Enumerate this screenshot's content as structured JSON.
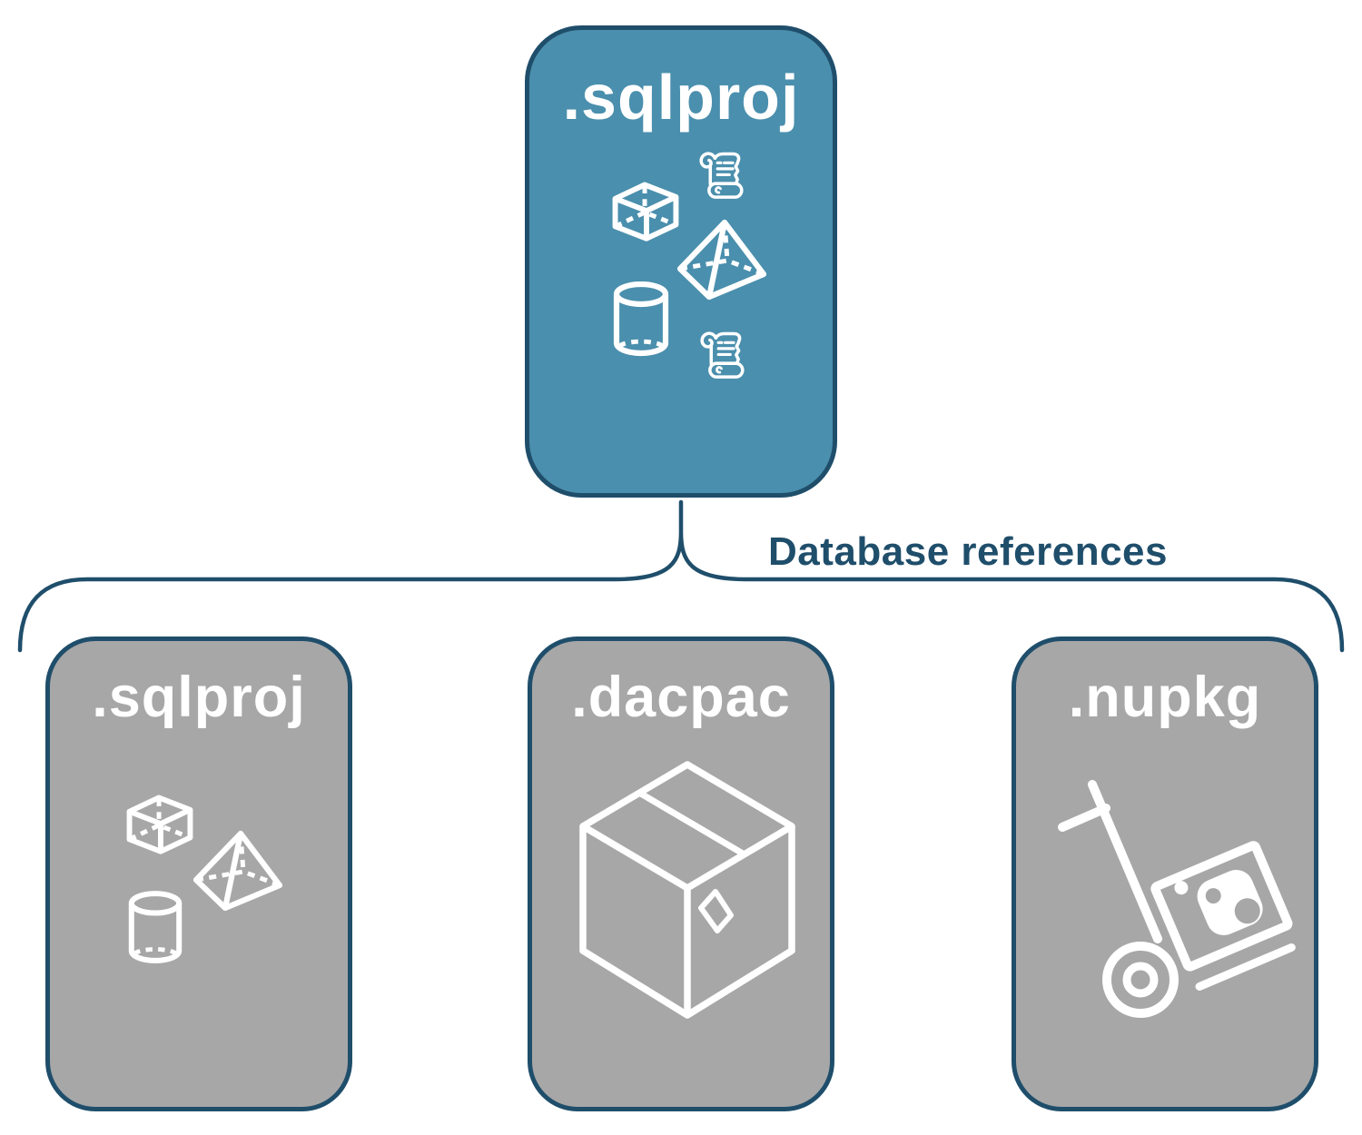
{
  "root_node": {
    "label": ".sqlproj",
    "fill": "#4A8FAD",
    "border": "#1F4E6B",
    "icons": [
      "scroll-icon",
      "cube-icon",
      "pyramid-icon",
      "cylinder-icon",
      "scroll-icon"
    ]
  },
  "connector": {
    "label": "Database references",
    "color": "#1F4E6B",
    "style": "curly-brace"
  },
  "child_nodes": [
    {
      "label": ".sqlproj",
      "fill": "#A7A7A7",
      "border": "#1F4E6B",
      "icons": [
        "cube-icon",
        "pyramid-icon",
        "cylinder-icon"
      ]
    },
    {
      "label": ".dacpac",
      "fill": "#A7A7A7",
      "border": "#1F4E6B",
      "icons": [
        "package-box-icon"
      ]
    },
    {
      "label": ".nupkg",
      "fill": "#A7A7A7",
      "border": "#1F4E6B",
      "icons": [
        "hand-truck-nuget-icon"
      ]
    }
  ],
  "icon_color": "#FFFFFF",
  "background": "#FFFFFF"
}
